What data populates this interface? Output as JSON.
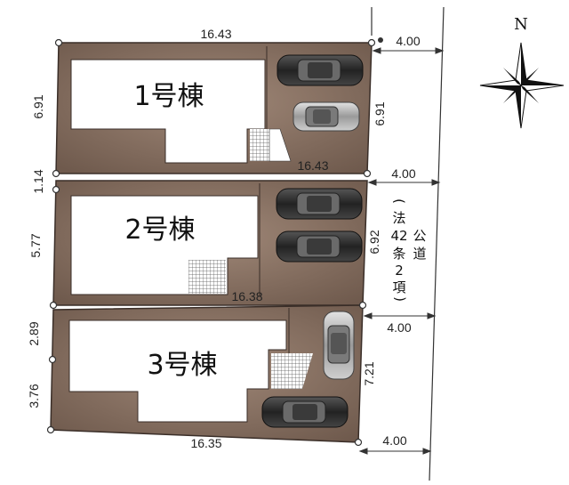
{
  "lots": [
    {
      "label": "1号棟",
      "left_depth": "6.91",
      "right_depth": "6.91",
      "top_width": "16.43",
      "bottom_width": "16.43"
    },
    {
      "label": "2号棟",
      "left_depth": "5.77",
      "right_depth": "6.92",
      "bottom_width": "16.38"
    },
    {
      "label": "3号棟",
      "left_upper": "2.89",
      "left_lower": "3.76",
      "right_depth": "7.21",
      "bottom_width": "16.35"
    }
  ],
  "gap_1_2": "1.14",
  "road_widths": [
    "4.00",
    "4.00",
    "4.00",
    "4.00"
  ],
  "road_label_chars": [
    "公",
    "道"
  ],
  "law_label_chars": [
    "法",
    "42",
    "条",
    "2",
    "項"
  ],
  "north_label": "N",
  "colors": {
    "lot": "#8a7466",
    "lot_dark": "#6e5a4e",
    "building": "#ffffff",
    "line": "#3a2e28"
  }
}
